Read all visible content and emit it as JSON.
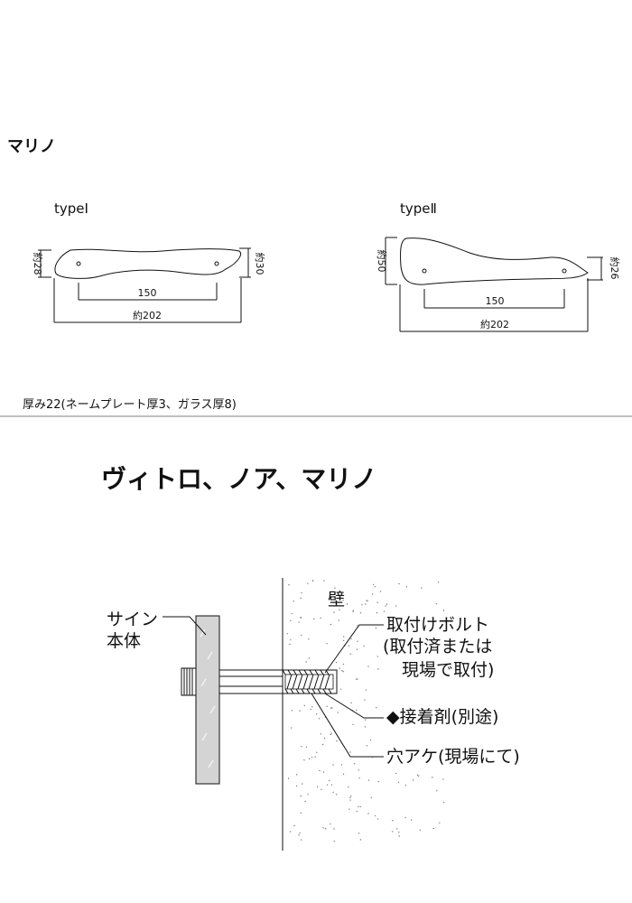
{
  "section1": {
    "title": "マリノ",
    "type1": {
      "label": "typeⅠ",
      "height_left": "約28",
      "height_right": "約30",
      "hole_pitch": "150",
      "width": "約202"
    },
    "type2": {
      "label": "typeⅡ",
      "height_left": "約50",
      "height_right": "約26",
      "hole_pitch": "150",
      "width": "約202"
    },
    "thickness_note": "厚み22(ネームプレート厚3、ガラス厚8)"
  },
  "section2": {
    "title": "ヴィトロ、ノア、マリノ",
    "labels": {
      "sign_line1": "サイン",
      "sign_line2": "本体",
      "wall": "壁",
      "bolt_line1": "取付けボルト",
      "bolt_line2": "(取付済または",
      "bolt_line3": "現場で取付)",
      "adhesive": "◆接着剤(別途)",
      "hole": "穴アケ(現場にて)"
    }
  }
}
